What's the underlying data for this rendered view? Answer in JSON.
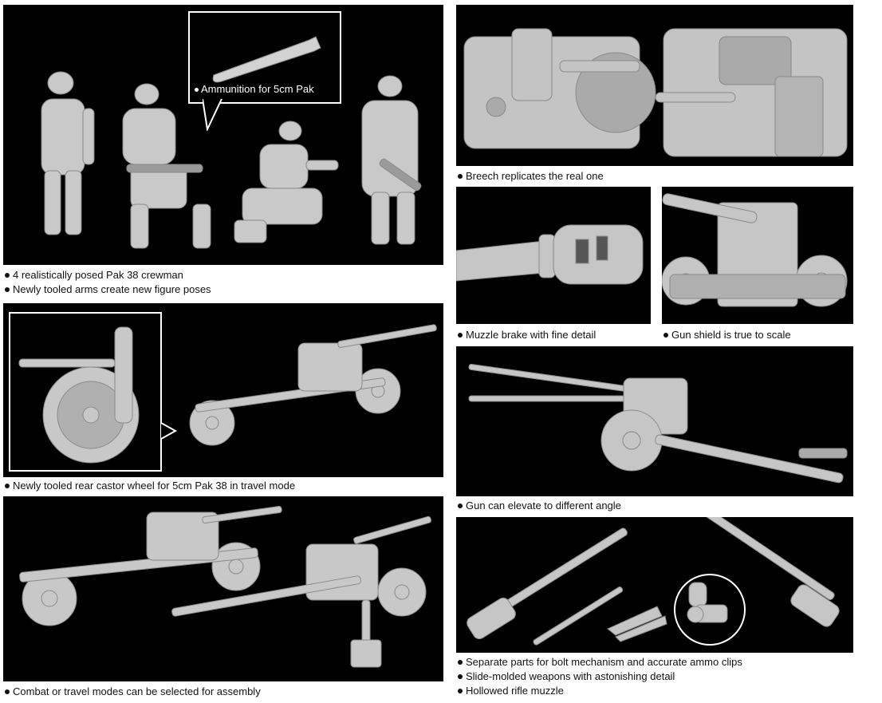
{
  "crew_panel": {
    "callout": "Ammunition for 5cm Pak",
    "captions": [
      "4 realistically posed Pak 38 crewman",
      "Newly tooled arms create new figure poses"
    ]
  },
  "castor_panel": {
    "captions": [
      "Newly tooled rear castor wheel for 5cm Pak 38 in travel mode"
    ]
  },
  "modes_panel": {
    "captions": [
      "Combat or travel modes can be selected for assembly"
    ]
  },
  "breech_panel": {
    "captions": [
      "Breech replicates the real one"
    ]
  },
  "muzzle_panel": {
    "captions": [
      "Muzzle brake with fine detail"
    ]
  },
  "shield_panel": {
    "captions": [
      "Gun shield is true to scale"
    ]
  },
  "elevate_panel": {
    "captions": [
      "Gun can elevate to different angle"
    ]
  },
  "weapons_panel": {
    "captions": [
      "Separate parts for bolt mechanism and accurate ammo clips",
      "Slide-molded weapons with astonishing detail",
      "Hollowed rifle muzzle"
    ]
  }
}
